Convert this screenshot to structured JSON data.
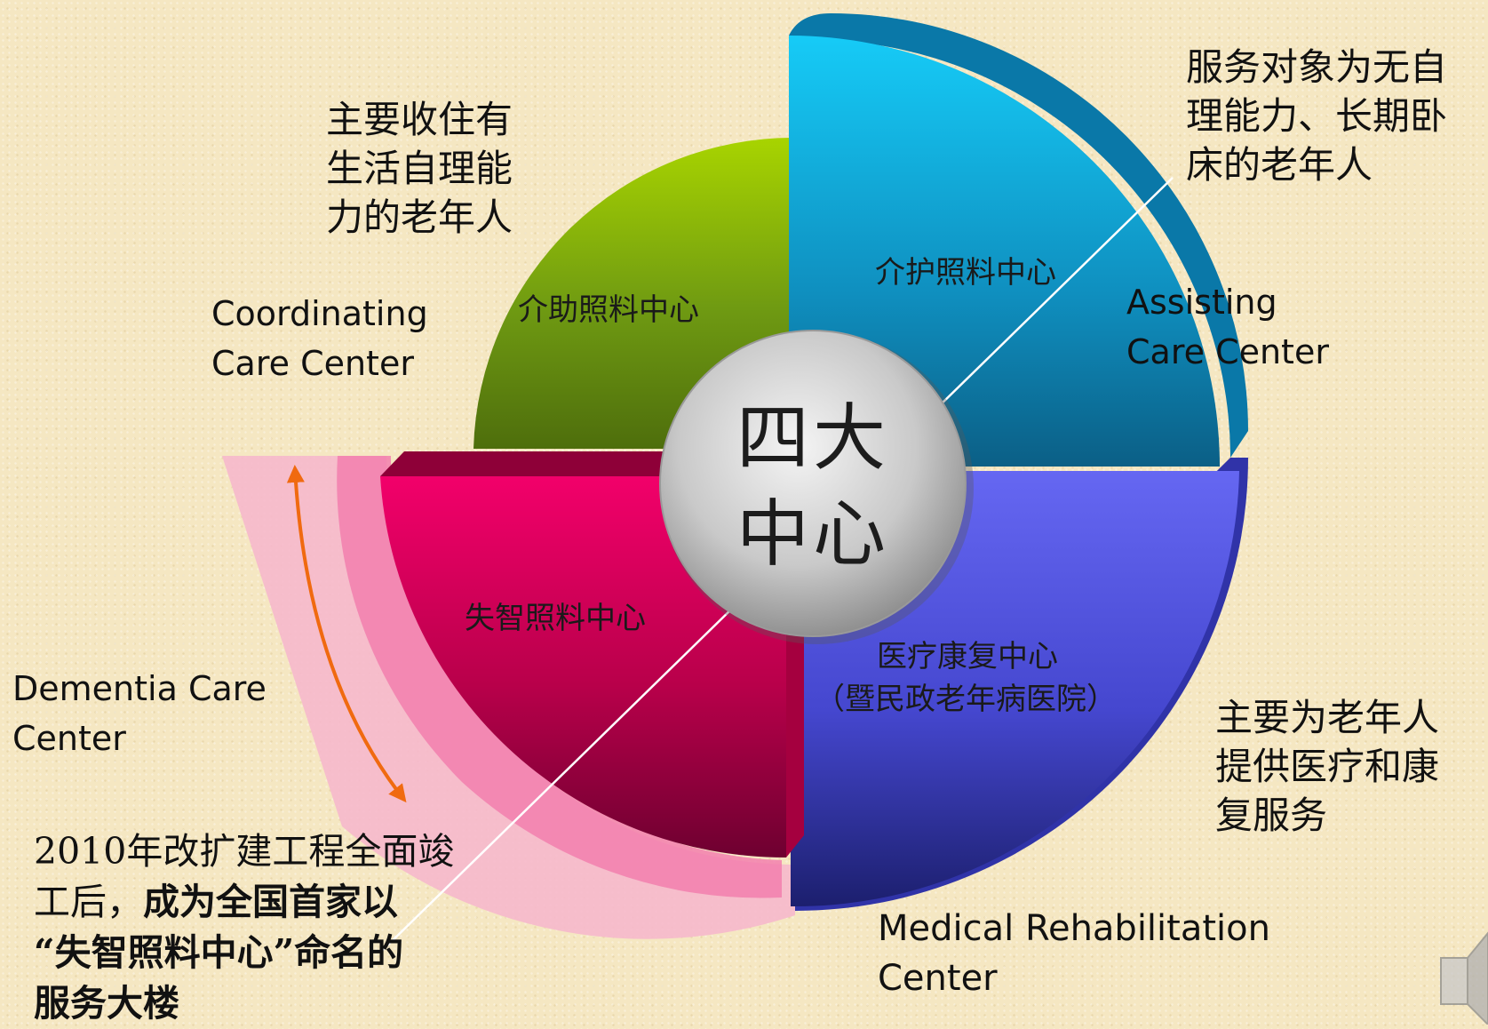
{
  "center": {
    "line1": "四大",
    "line2": "中心"
  },
  "segments": {
    "coordinating": {
      "name_cn": "介助照料中心",
      "name_en_1": "Coordinating",
      "name_en_2": "Care Center",
      "desc": [
        "主要收住有",
        "生活自理能",
        "力的老年人"
      ],
      "color": "#6f9a12"
    },
    "assisting": {
      "name_cn": "介护照料中心",
      "name_en_1": "Assisting",
      "name_en_2": "Care Center",
      "desc": [
        "服务对象为无自",
        "理能力、长期卧",
        "床的老年人"
      ],
      "color": "#15a9d6"
    },
    "medical": {
      "name_cn_1": "医疗康复中心",
      "name_cn_2": "（暨民政老年病医院）",
      "name_en_1": "Medical Rehabilitation",
      "name_en_2": "Center",
      "desc": [
        "主要为老年人",
        "提供医疗和康",
        "复服务"
      ],
      "color": "#4d4fd6"
    },
    "dementia": {
      "name_cn": "失智照料中心",
      "name_en_1": "Dementia Care",
      "name_en_2": "Center",
      "color": "#c8004e"
    }
  },
  "note": {
    "line1": "2010年改扩建工程全面竣",
    "line2_normal": "工后，",
    "line2_bold": "成为全国首家以",
    "line3_bold": "“失智照料中心”命名的",
    "line4_bold": "服务大楼"
  }
}
